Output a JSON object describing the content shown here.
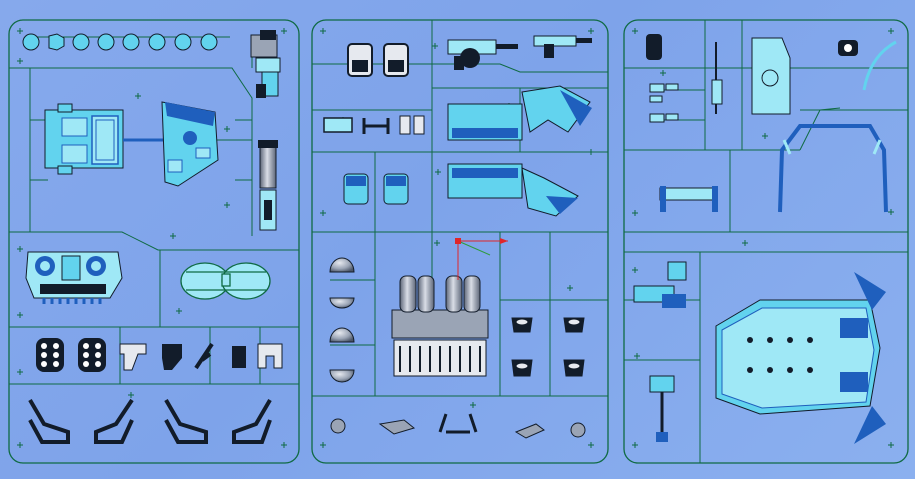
{
  "viewport": {
    "title": "",
    "background": "#86a9ec"
  },
  "colors": {
    "sprue": "#0f6a43",
    "part_cyan": "#62d3ee",
    "part_light": "#9fe8f6",
    "part_blue": "#1f5fbd",
    "part_dark": "#121c2a",
    "part_grey": "#9aa4b5",
    "part_grey_dark": "#4b5567",
    "gizmo_x": "#e0262a",
    "gizmo_y": "#e0262a",
    "gizmo_z": "#2e9c3c"
  },
  "sprue_frames": [
    {
      "name": "left",
      "label": ""
    },
    {
      "name": "middle",
      "label": ""
    },
    {
      "name": "right",
      "label": ""
    }
  ],
  "gizmo": {
    "label": "",
    "axes": [
      "x",
      "y",
      "z"
    ]
  }
}
